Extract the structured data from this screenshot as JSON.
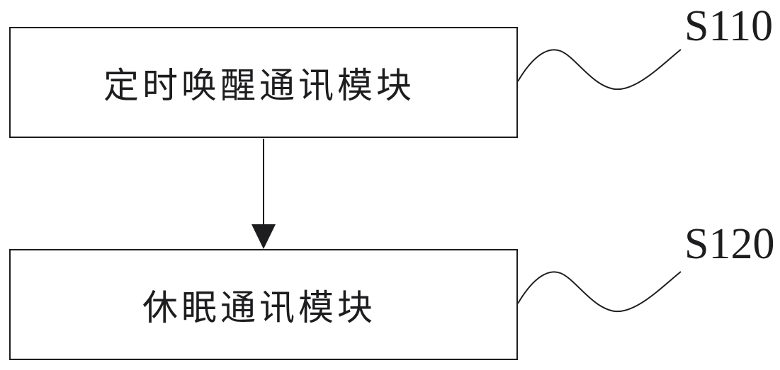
{
  "diagram": {
    "type": "flowchart",
    "background_color": "#ffffff",
    "line_color": "#1d1d1f",
    "text_color": "#1d1d1f",
    "steps": [
      {
        "label": "定时唤醒通讯模块",
        "tag": "S110"
      },
      {
        "label": "休眠通讯模块",
        "tag": "S120"
      }
    ]
  }
}
